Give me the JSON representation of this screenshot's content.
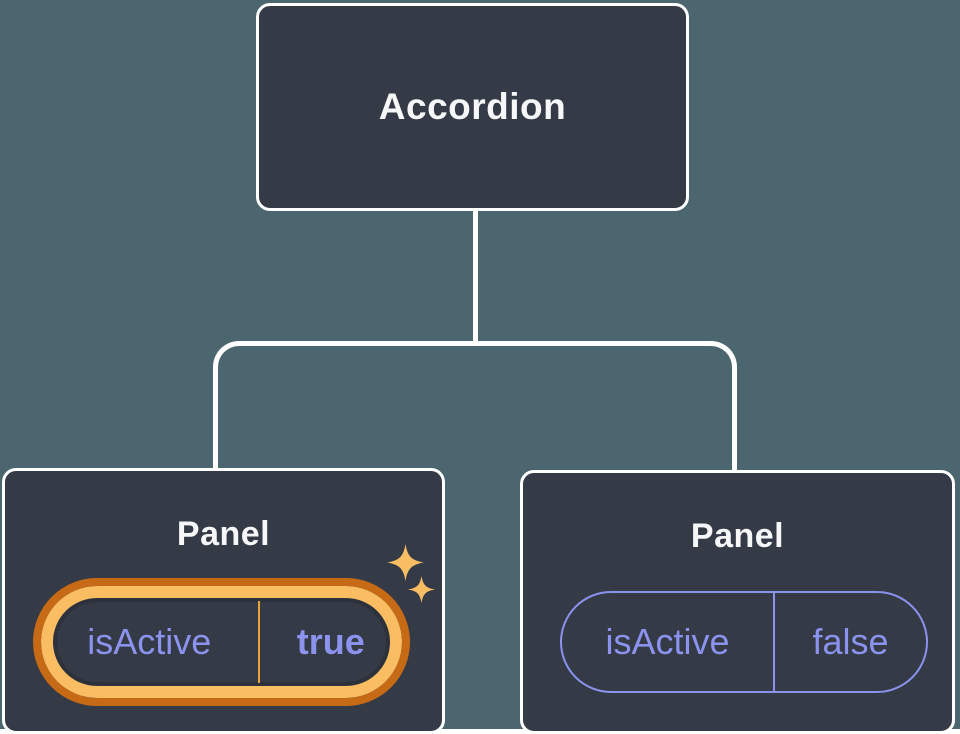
{
  "diagram": {
    "background_color": "#4c6670",
    "node_fill_color": "#343a46",
    "node_border_color": "#ffffff",
    "node_text_color": "#f6f7f9",
    "prop_text_color": "#8b93ee",
    "highlight_border_color": "#c76a15",
    "highlight_ring_color": "#fabd62",
    "sparkle_color": "#f9bd64",
    "root": {
      "label": "Accordion"
    },
    "children": [
      {
        "label": "Panel",
        "prop_name": "isActive",
        "prop_value": "true",
        "highlighted": true
      },
      {
        "label": "Panel",
        "prop_name": "isActive",
        "prop_value": "false",
        "highlighted": false
      }
    ]
  }
}
